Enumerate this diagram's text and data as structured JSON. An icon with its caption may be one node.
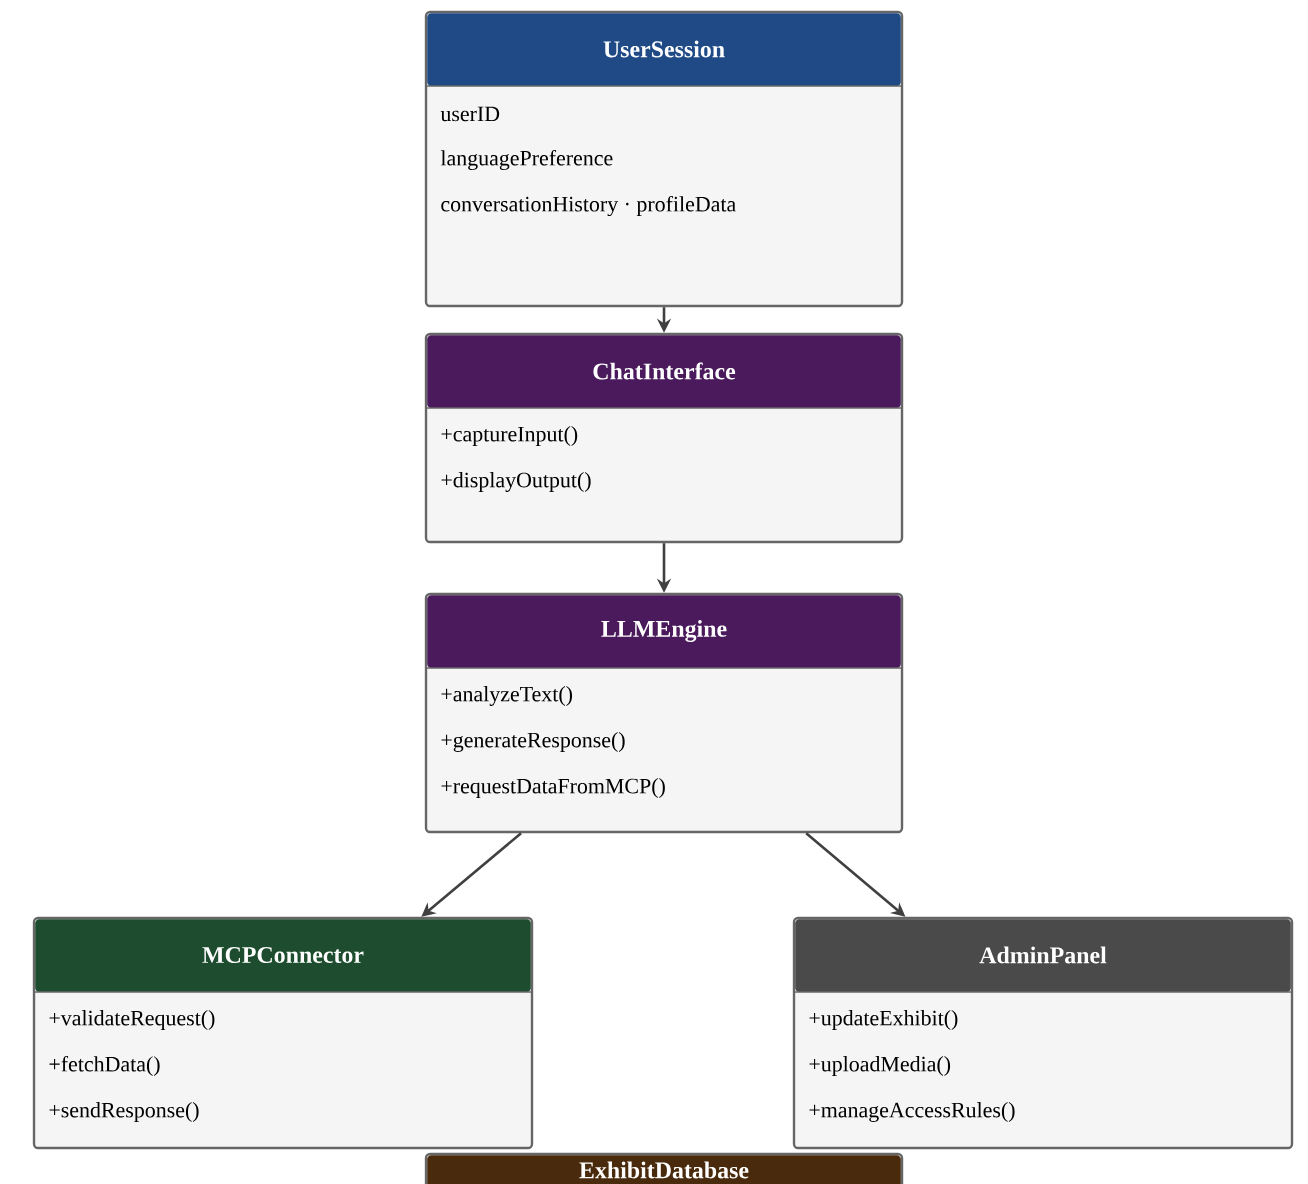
{
  "diagram": {
    "nodes": [
      {
        "text": [
          "UserSession",
          "userID",
          "languagePreference",
          "conversationHistory · profileData"
        ]
      },
      {
        "text": [
          "ChatInterface",
          "+captureInput()",
          "+displayOutput()"
        ]
      },
      {
        "text": [
          "LLMEngine",
          "+analyzeText()",
          "+generateResponse()",
          "+requestDataFromMCP()"
        ]
      },
      {
        "text": [
          "MCPConnector",
          "+validateRequest()",
          "+fetchData()",
          "+sendResponse()"
        ]
      },
      {
        "text": [
          "AdminPanel",
          "+updateExhibit()",
          "+uploadMedia()",
          "+manageAccessRules()"
        ]
      },
      {
        "text": [
          "ExhibitDatabase"
        ]
      }
    ],
    "edges": [
      {
        "from": 0,
        "to": 1,
        "arrow": "to"
      },
      {
        "from": 1,
        "to": 2,
        "arrow": "to"
      },
      {
        "from": 2,
        "to": 3,
        "arrow": "to"
      },
      {
        "from": 2,
        "to": 4,
        "arrow": "to"
      }
    ]
  }
}
